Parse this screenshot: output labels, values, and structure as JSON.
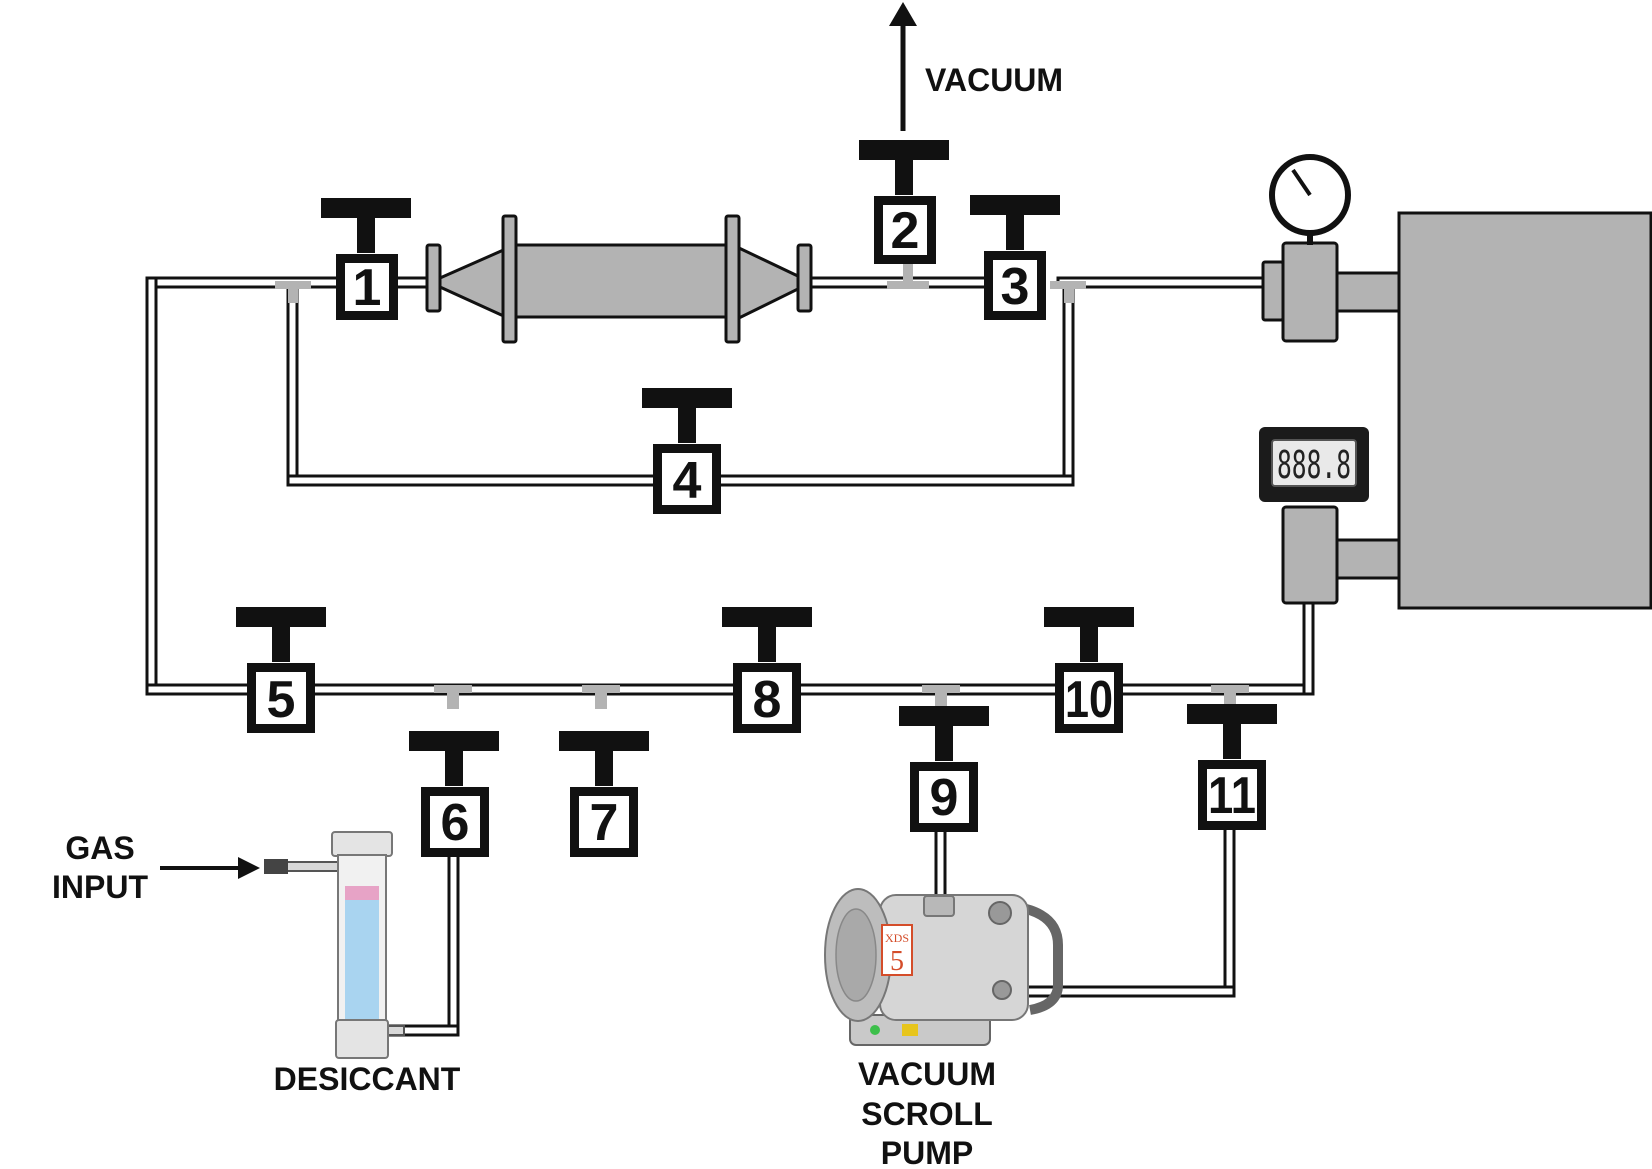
{
  "labels": {
    "vacuum_out": "VACUUM",
    "gas_input": [
      "GAS",
      "INPUT"
    ],
    "desiccant": "DESICCANT",
    "pump": [
      "VACUUM",
      "SCROLL",
      "PUMP"
    ]
  },
  "valves": [
    {
      "id": "1",
      "label": "1"
    },
    {
      "id": "2",
      "label": "2"
    },
    {
      "id": "3",
      "label": "3"
    },
    {
      "id": "4",
      "label": "4"
    },
    {
      "id": "5",
      "label": "5"
    },
    {
      "id": "6",
      "label": "6"
    },
    {
      "id": "7",
      "label": "7"
    },
    {
      "id": "8",
      "label": "8"
    },
    {
      "id": "9",
      "label": "9"
    },
    {
      "id": "10",
      "label": "10"
    },
    {
      "id": "11",
      "label": "11"
    }
  ],
  "display": {
    "reading": "888.8"
  },
  "pump_badge": {
    "model": "XDS",
    "number": "5"
  },
  "colors": {
    "pipe_outline": "#111111",
    "component_gray": "#b3b3b3",
    "valve_black": "#111111",
    "desiccant_blue": "#a9d4f0",
    "desiccant_pink": "#e7a3c6",
    "badge_accent": "#d44d2a"
  }
}
